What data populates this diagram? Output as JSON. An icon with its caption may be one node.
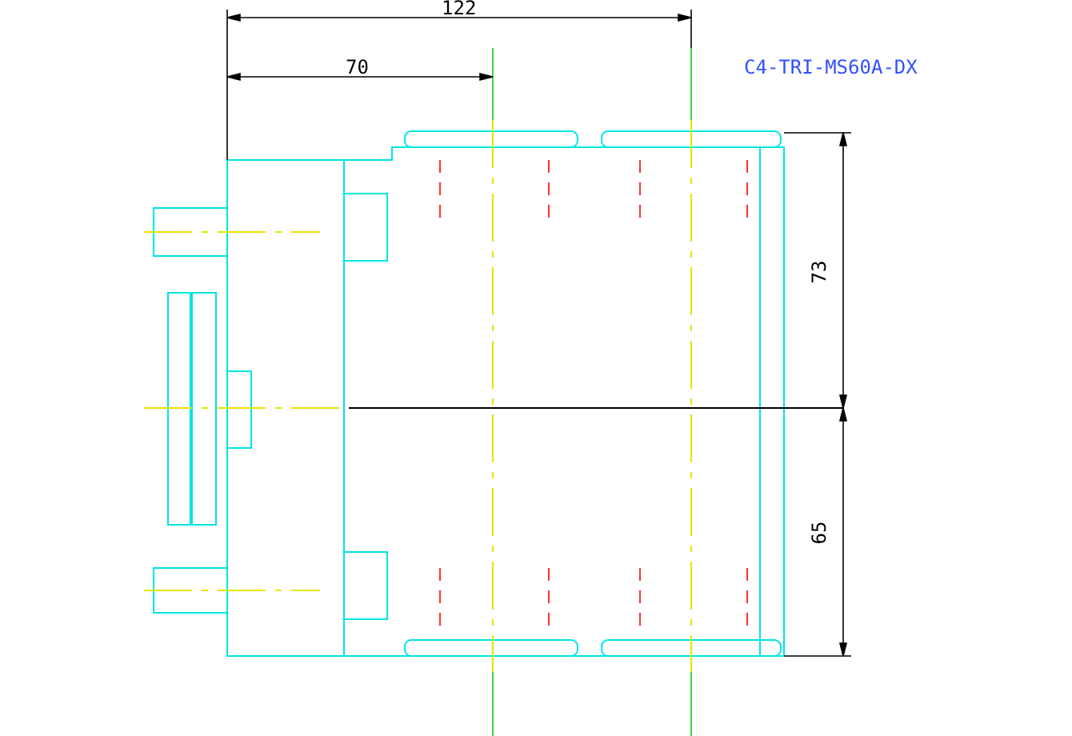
{
  "diagram": {
    "labels": [
      "122",
      "70",
      "C4-TRI-MS60A-DX",
      "73",
      "65"
    ]
  }
}
